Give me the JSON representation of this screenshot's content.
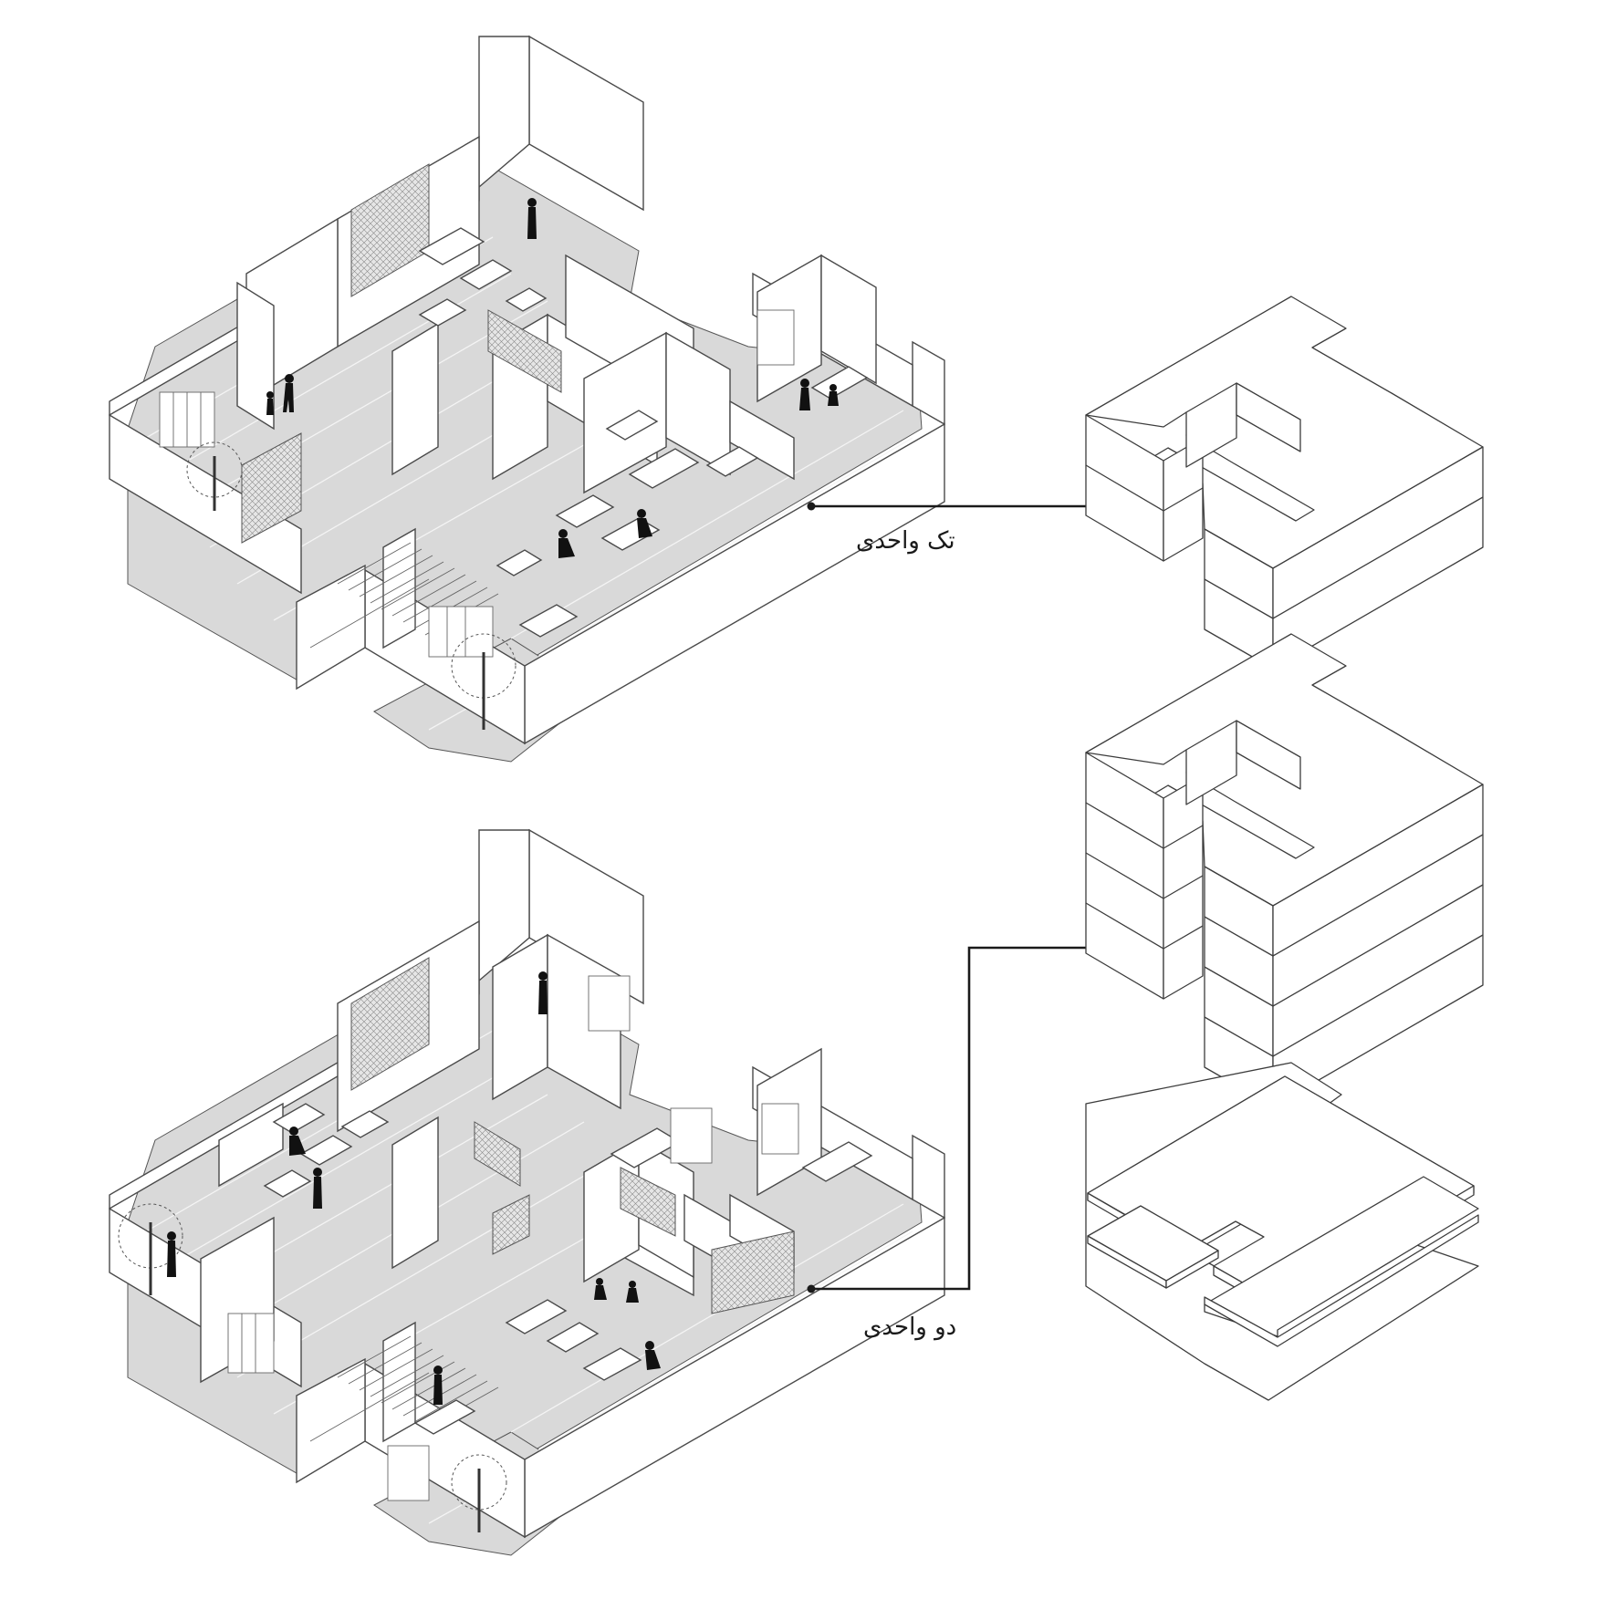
{
  "labels": {
    "single_unit": "تک واحدی",
    "two_unit": "دو واحدی"
  },
  "colors": {
    "line": "#4a4a4a",
    "floor": "#d9d9d9",
    "leader": "#1a1a1a",
    "background": "#ffffff"
  },
  "massing": {
    "top_floors": 2,
    "bottom_floors": 4
  }
}
